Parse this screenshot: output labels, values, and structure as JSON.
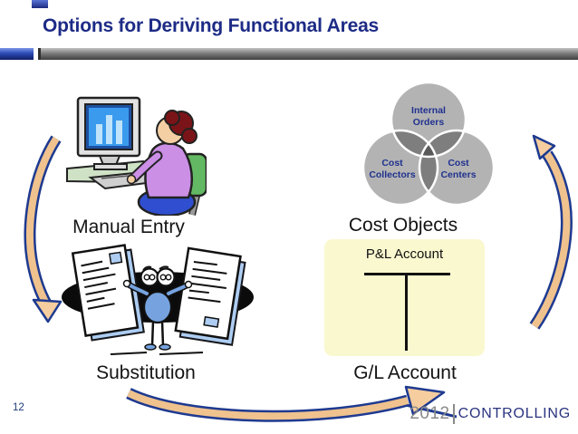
{
  "title": "Options for Deriving Functional Areas",
  "page_number": "12",
  "logo": {
    "year": "2012",
    "brand": "CONTROLLING"
  },
  "labels": {
    "manual_entry": "Manual Entry",
    "cost_objects": "Cost Objects",
    "substitution": "Substitution",
    "gl_account": "G/L Account",
    "pl_account": "P&L Account"
  },
  "venn": {
    "top": "Internal Orders",
    "left": "Cost Collectors",
    "right": "Cost Centers"
  },
  "colors": {
    "title-color": "#1d2b86",
    "accent-navy": "#1e3a90",
    "arrow-fill": "#efc28e",
    "arrow-head": "#f6cd9e",
    "venn-fill": "#b3b3b3",
    "venn-text": "#20318f",
    "box-yellow": "#faf8cf",
    "logo-gray": "#8a8a8a",
    "logo-navy": "#2a3480"
  }
}
